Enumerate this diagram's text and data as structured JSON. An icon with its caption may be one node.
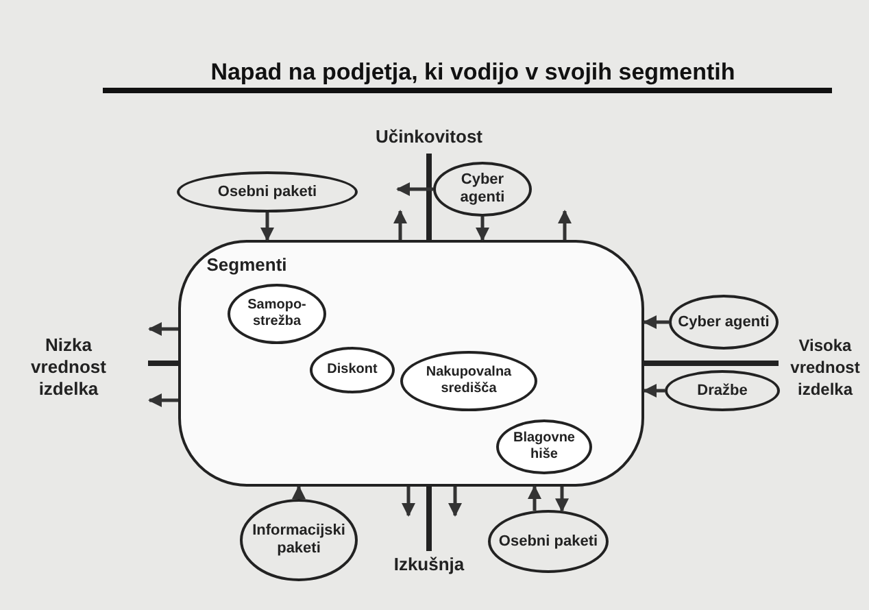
{
  "diagram": {
    "title": "Napad na podjetja, ki vodijo v svojih segmentih",
    "nodes": [
      {
        "text": [
          "Osebni paketi"
        ]
      },
      {
        "text": [
          "Cyber agenti"
        ]
      },
      {
        "text": [
          "Segmenti"
        ]
      },
      {
        "text": [
          "Samopo-strežba"
        ],
        "in": 2
      },
      {
        "text": [
          "Diskont"
        ],
        "in": 2
      },
      {
        "text": [
          "Nakupovalna središča"
        ],
        "in": 2
      },
      {
        "text": [
          "Blagovne hiše"
        ],
        "in": 2
      },
      {
        "text": [
          "Cyber agenti"
        ]
      },
      {
        "text": [
          "Dražbe"
        ]
      },
      {
        "text": [
          "Informacijski paketi"
        ]
      },
      {
        "text": [
          "Osebni paketi"
        ]
      }
    ],
    "edges": [
      {
        "from": 0,
        "to": 2,
        "arrow": "to"
      },
      {
        "from": 1,
        "to": 2,
        "arrow": "to"
      },
      {
        "from": 1,
        "to": null,
        "arrow": "to"
      },
      {
        "from": 7,
        "to": 2,
        "arrow": "to"
      },
      {
        "from": 8,
        "to": 2,
        "arrow": "to"
      },
      {
        "from": 9,
        "to": 2,
        "arrow": "to"
      },
      {
        "from": 10,
        "to": 2,
        "arrow": "to"
      },
      {
        "from": 2,
        "to": 10,
        "arrow": "to"
      },
      {
        "from": 2,
        "to": null,
        "arrow": "to"
      },
      {
        "from": 2,
        "to": null,
        "arrow": "to"
      },
      {
        "from": 2,
        "to": null,
        "arrow": "to"
      },
      {
        "from": 2,
        "to": null,
        "arrow": "to"
      },
      {
        "from": 2,
        "to": null,
        "arrow": "to"
      },
      {
        "from": 2,
        "to": null,
        "arrow": "to"
      }
    ],
    "labels": [
      "Učinkovitost",
      "Nizka vrednost izdelka",
      "Visoka vrednost izdelka",
      "Izkušnja"
    ]
  }
}
